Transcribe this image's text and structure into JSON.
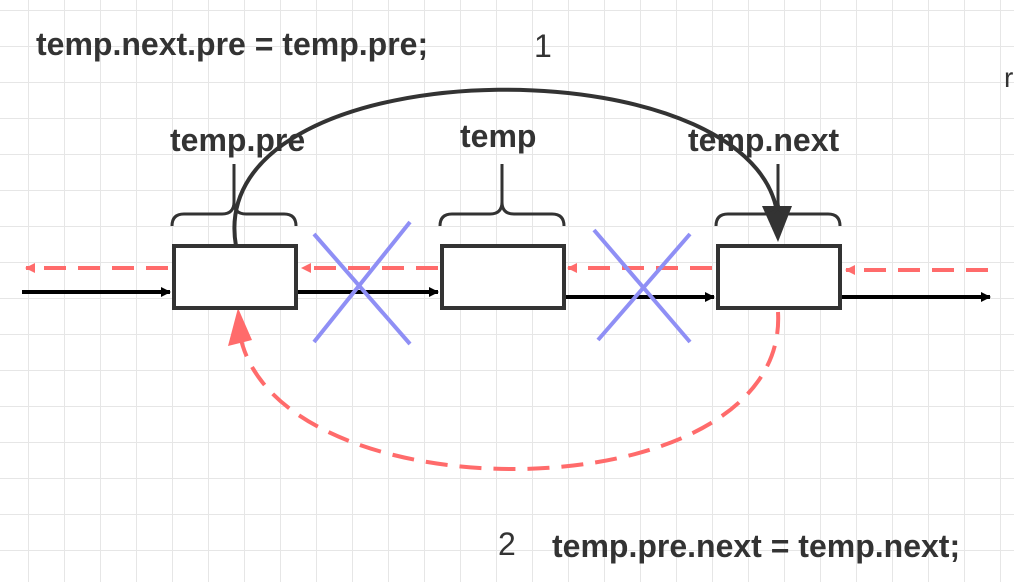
{
  "statements": {
    "step1_code": "temp.next.pre = temp.pre;",
    "step1_number": "1",
    "step2_code": "temp.pre.next = temp.next;",
    "step2_number": "2"
  },
  "nodes": {
    "left_label": "temp.pre",
    "middle_label": "temp",
    "right_label": "temp.next"
  },
  "edge_fragment": "r",
  "colors": {
    "link_black": "#000000",
    "prev_pointer_red": "#ff6b6b",
    "cross_blue": "#8f8ff5",
    "new_link_dark": "#333333",
    "grid": "#e6e6e6"
  }
}
